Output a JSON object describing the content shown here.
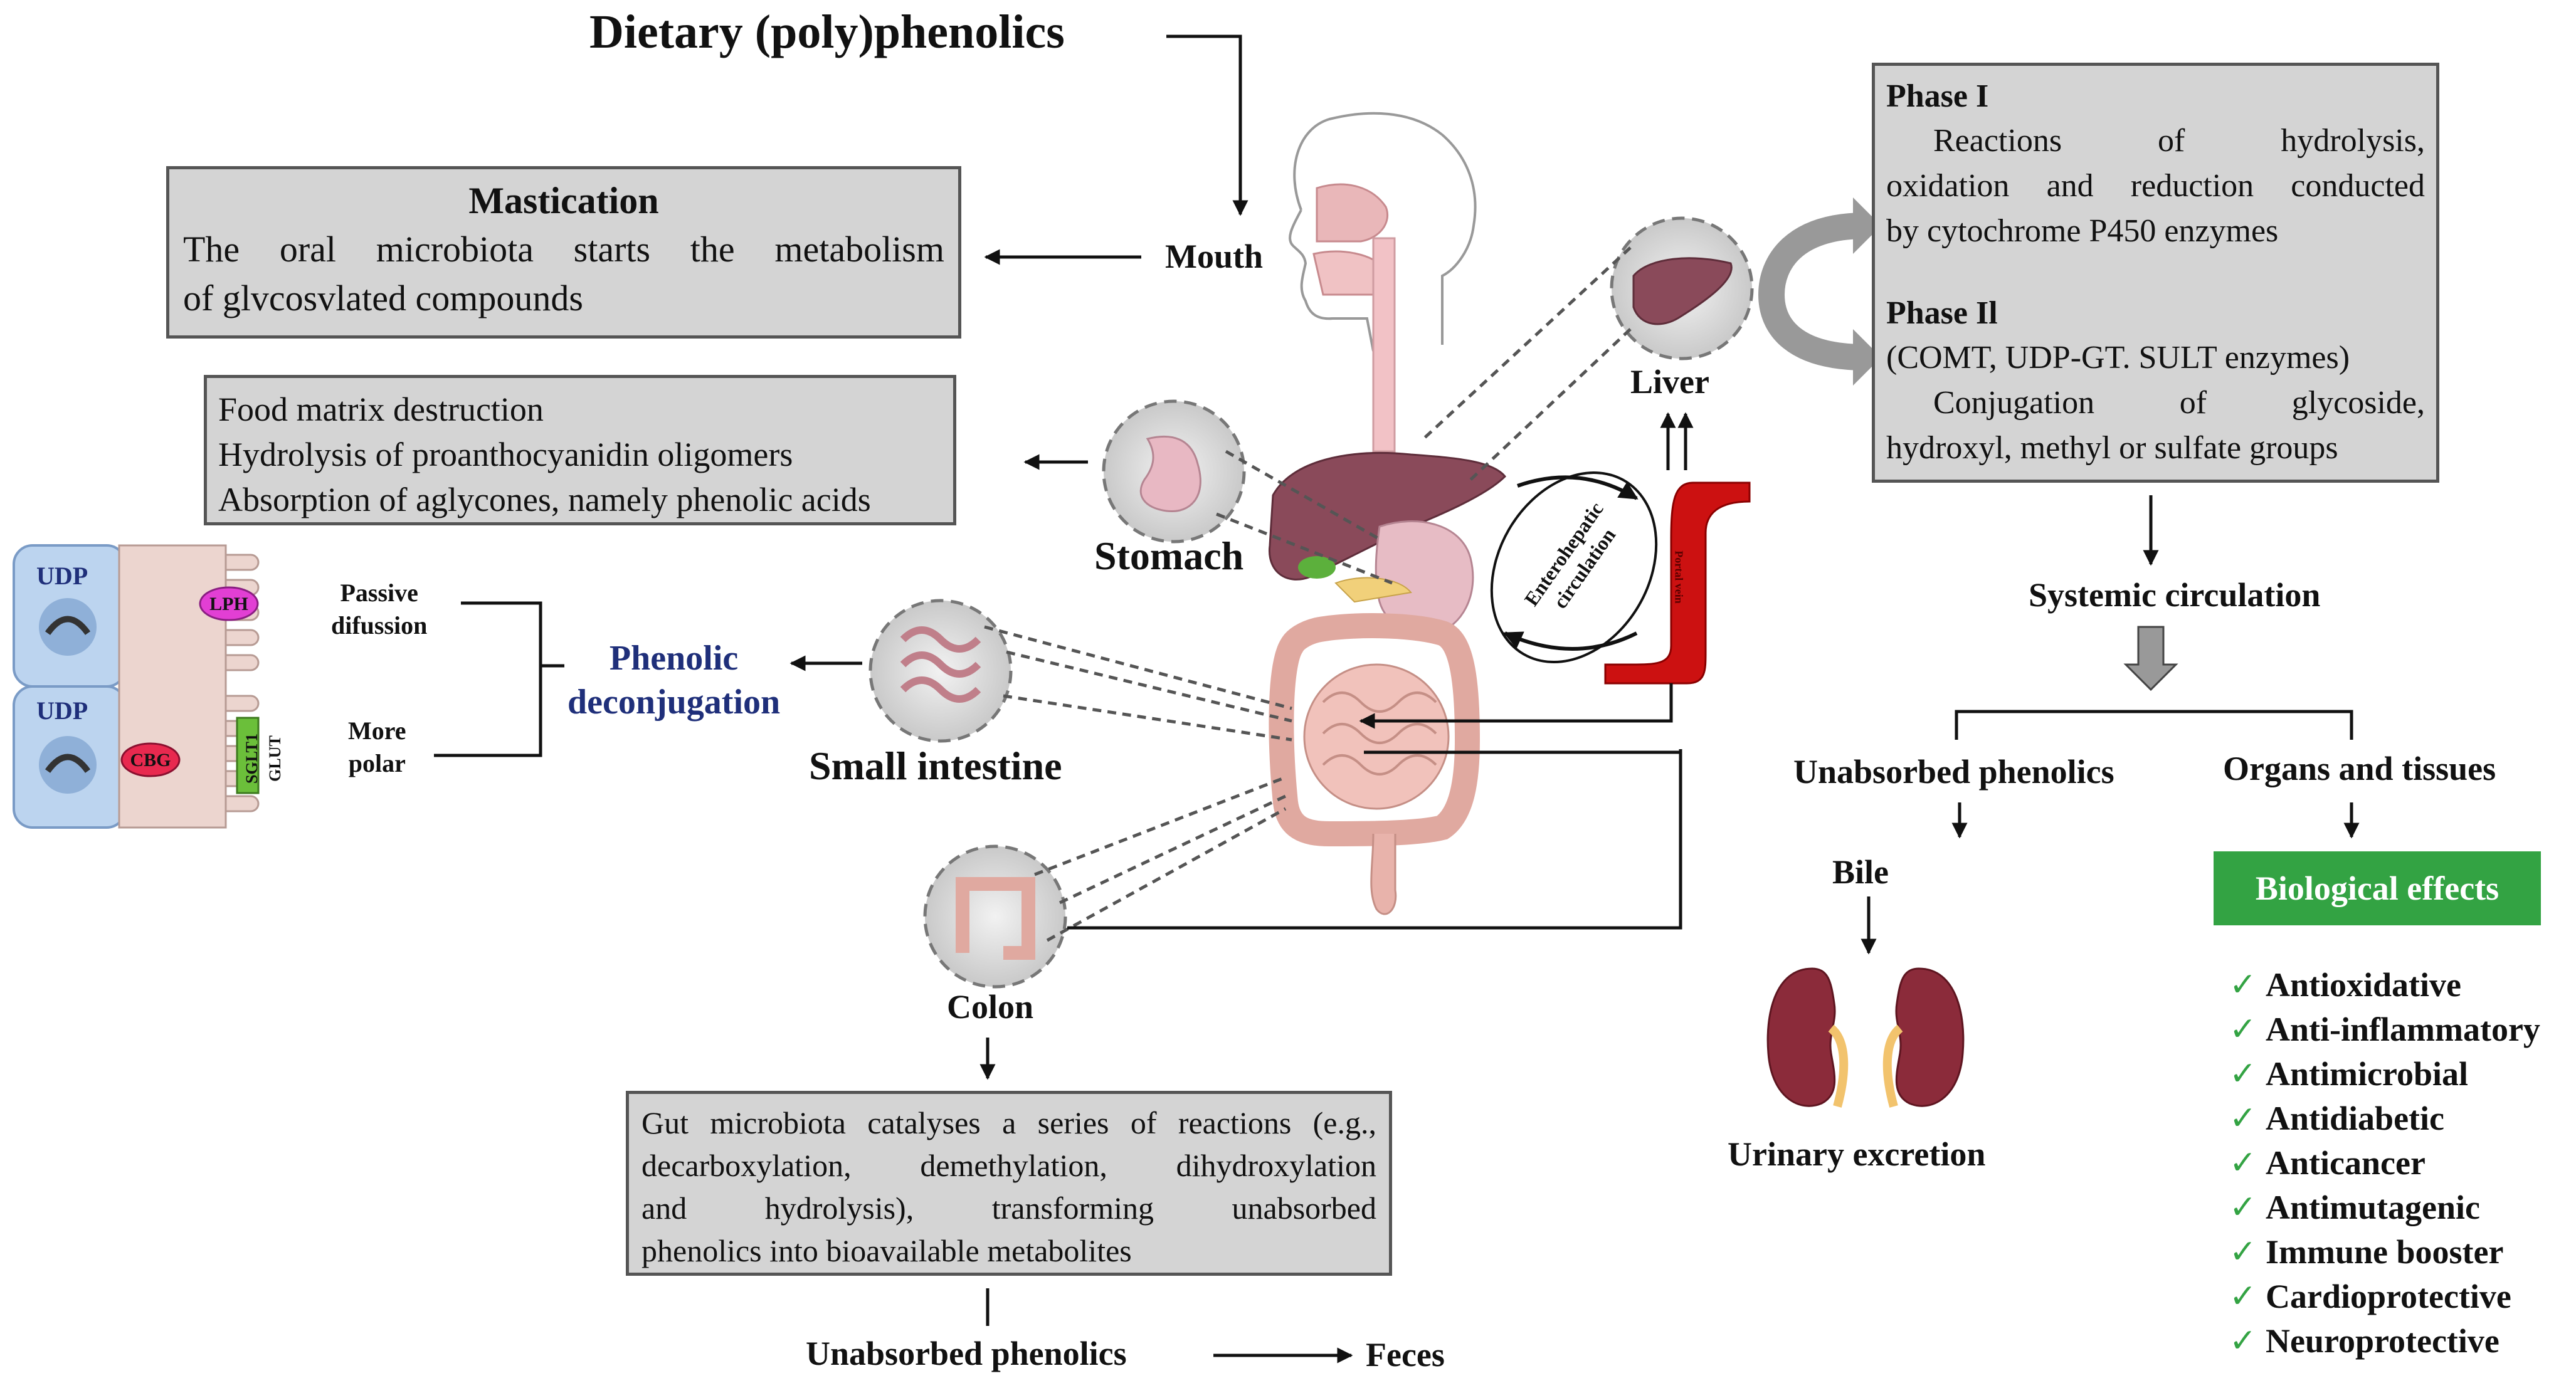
{
  "title": "Dietary (poly)phenolics",
  "mastication": {
    "heading": "Mastication",
    "line1": "The oral microbiota starts the metabolism",
    "line2": "of glvcosvlated compounds"
  },
  "stomach_box": {
    "lines": [
      "Food matrix destruction",
      "Hydrolysis of proanthocyanidin oligomers",
      "Absorption of aglycones, namely phenolic acids"
    ]
  },
  "organs": {
    "mouth": "Mouth",
    "stomach": "Stomach",
    "small_intestine": "Small intestine",
    "colon": "Colon",
    "liver": "Liver",
    "portal_vein": "Portal vein"
  },
  "enterocyte": {
    "udp_top": "UDP",
    "udp_bottom": "UDP",
    "lph": "LPH",
    "cbg": "CBG",
    "sglt": "SGLT1",
    "glut": "GLUT"
  },
  "deconjugation": {
    "passive_line1": "Passive",
    "passive_line2": "difussion",
    "polar_line1": "More",
    "polar_line2": "polar",
    "label_line1": "Phenolic",
    "label_line2": "deconjugation"
  },
  "enterohepatic": {
    "line1": "Enterohepatic",
    "line2": "circulation"
  },
  "phases": {
    "phase1_title": "Phase I",
    "phase1_line1": "Reactions of hydrolysis,",
    "phase1_line2": "oxidation and reduction conducted",
    "phase1_line3": "by cytochrome P450 enzymes",
    "phase2_title": "Phase Il",
    "phase2_line1": "(COMT, UDP-GT. SULT enzymes)",
    "phase2_line2": "Conjugation of glycoside,",
    "phase2_line3": "hydroxyl, methyl or sulfate groups"
  },
  "systemic": "Systemic circulation",
  "unabsorbed_right": "Unabsorbed phenolics",
  "organs_tissues": "Organs and tissues",
  "bile": "Bile",
  "urinary": "Urinary excretion",
  "bio_effects": {
    "title": "Biological effects",
    "items": [
      "Antioxidative",
      "Anti-inflammatory",
      "Antimicrobial",
      "Antidiabetic",
      "Anticancer",
      "Antimutagenic",
      "Immune booster",
      "Cardioprotective",
      "Neuroprotective"
    ]
  },
  "colon_box": {
    "line1": "Gut microbiota catalyses a series of reactions (e.g.,",
    "line2": "decarboxylation, demethylation, dihydroxylation",
    "line3": "and hydrolysis), transforming unabsorbed",
    "line4": "phenolics into bioavailable metabolites"
  },
  "unabsorbed_bottom": "Unabsorbed phenolics",
  "feces": "Feces",
  "colors": {
    "box_fill": "#d4d4d4",
    "box_border": "#555555",
    "deconjugation_text": "#1f2f7a",
    "bio_green": "#33a343",
    "check_green": "#33a343",
    "liver": "#8a4a5a",
    "kidney": "#8b2b3a",
    "portal_vein": "#cc1111"
  }
}
